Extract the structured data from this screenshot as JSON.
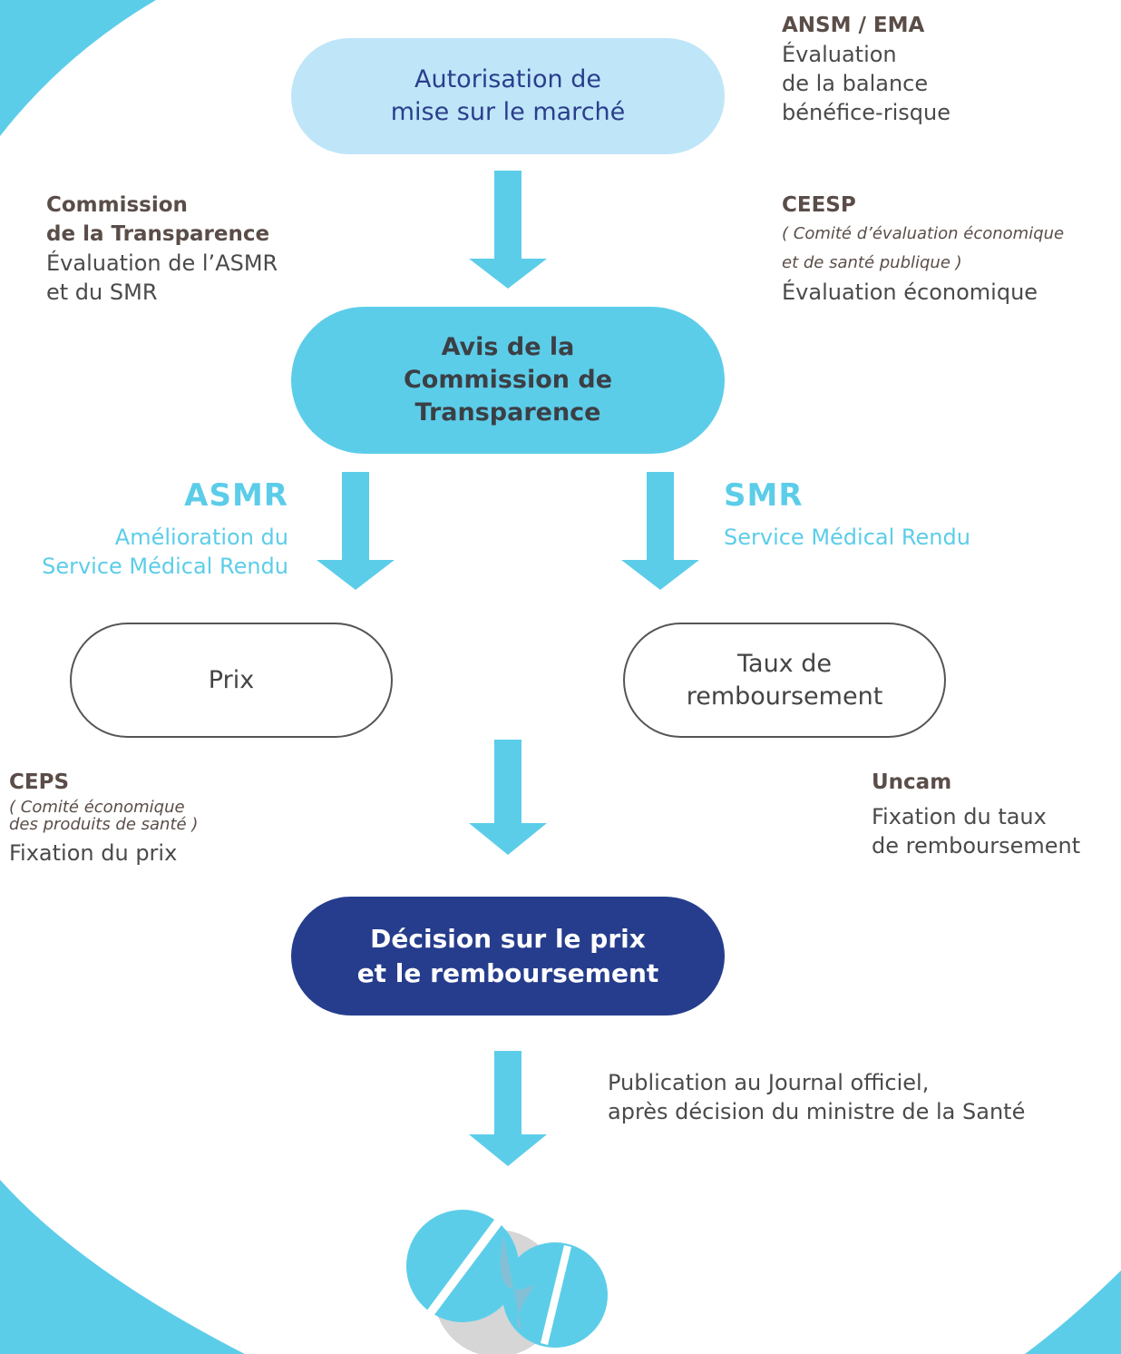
{
  "colors": {
    "accent": "#5ccde9",
    "light": "#bfe6f8",
    "dark": "#263d8d",
    "text": "#4a4a4a"
  },
  "nodes": {
    "amm": [
      "Autorisation de",
      "mise sur le marché"
    ],
    "avis": [
      "Avis de la",
      "Commission de",
      "Transparence"
    ],
    "prix": [
      "Prix"
    ],
    "taux": [
      "Taux de",
      "remboursement"
    ],
    "decision": [
      "Décision sur le prix",
      "et le remboursement"
    ]
  },
  "annotations": {
    "ansm": {
      "title": "ANSM / EMA",
      "lines": [
        "Évaluation",
        "de la balance",
        "bénéfice-risque"
      ]
    },
    "ct": {
      "title": [
        "Commission",
        "de la Transparence"
      ],
      "lines": [
        "Évaluation de l’ASMR",
        "et du SMR"
      ]
    },
    "ceesp": {
      "title": "CEESP",
      "subtitle": [
        "( Comité d’évaluation économique",
        "et de santé publique )"
      ],
      "lines": [
        "Évaluation économique"
      ]
    },
    "asmr": {
      "title": "ASMR",
      "lines": [
        "Amélioration du",
        "Service Médical Rendu"
      ]
    },
    "smr": {
      "title": "SMR",
      "lines": [
        "Service Médical Rendu"
      ]
    },
    "ceps": {
      "title": "CEPS",
      "subtitle": [
        "( Comité économique",
        "des produits de santé )"
      ],
      "lines": [
        "Fixation du prix"
      ]
    },
    "uncam": {
      "title": "Uncam",
      "lines": [
        "Fixation du taux",
        "de remboursement"
      ]
    },
    "publication": {
      "lines": [
        "Publication au Journal officiel,",
        "après décision du ministre de la Santé"
      ]
    }
  }
}
